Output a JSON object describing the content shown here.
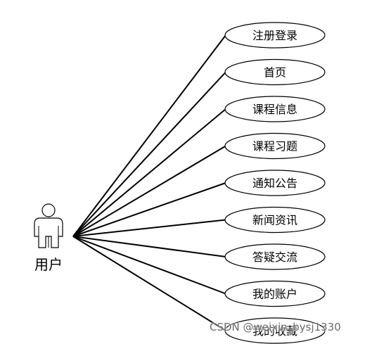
{
  "actor": {
    "label": "用户"
  },
  "use_cases": [
    {
      "label": "注册登录"
    },
    {
      "label": "首页"
    },
    {
      "label": "课程信息"
    },
    {
      "label": "课程习题"
    },
    {
      "label": "通知公告"
    },
    {
      "label": "新闻资讯"
    },
    {
      "label": "答疑交流"
    },
    {
      "label": "我的账户"
    },
    {
      "label": "我的收藏"
    }
  ],
  "watermark": "CSDN @weixin_bysj1330",
  "colors": {
    "stroke": "#000000",
    "background": "#ffffff"
  }
}
